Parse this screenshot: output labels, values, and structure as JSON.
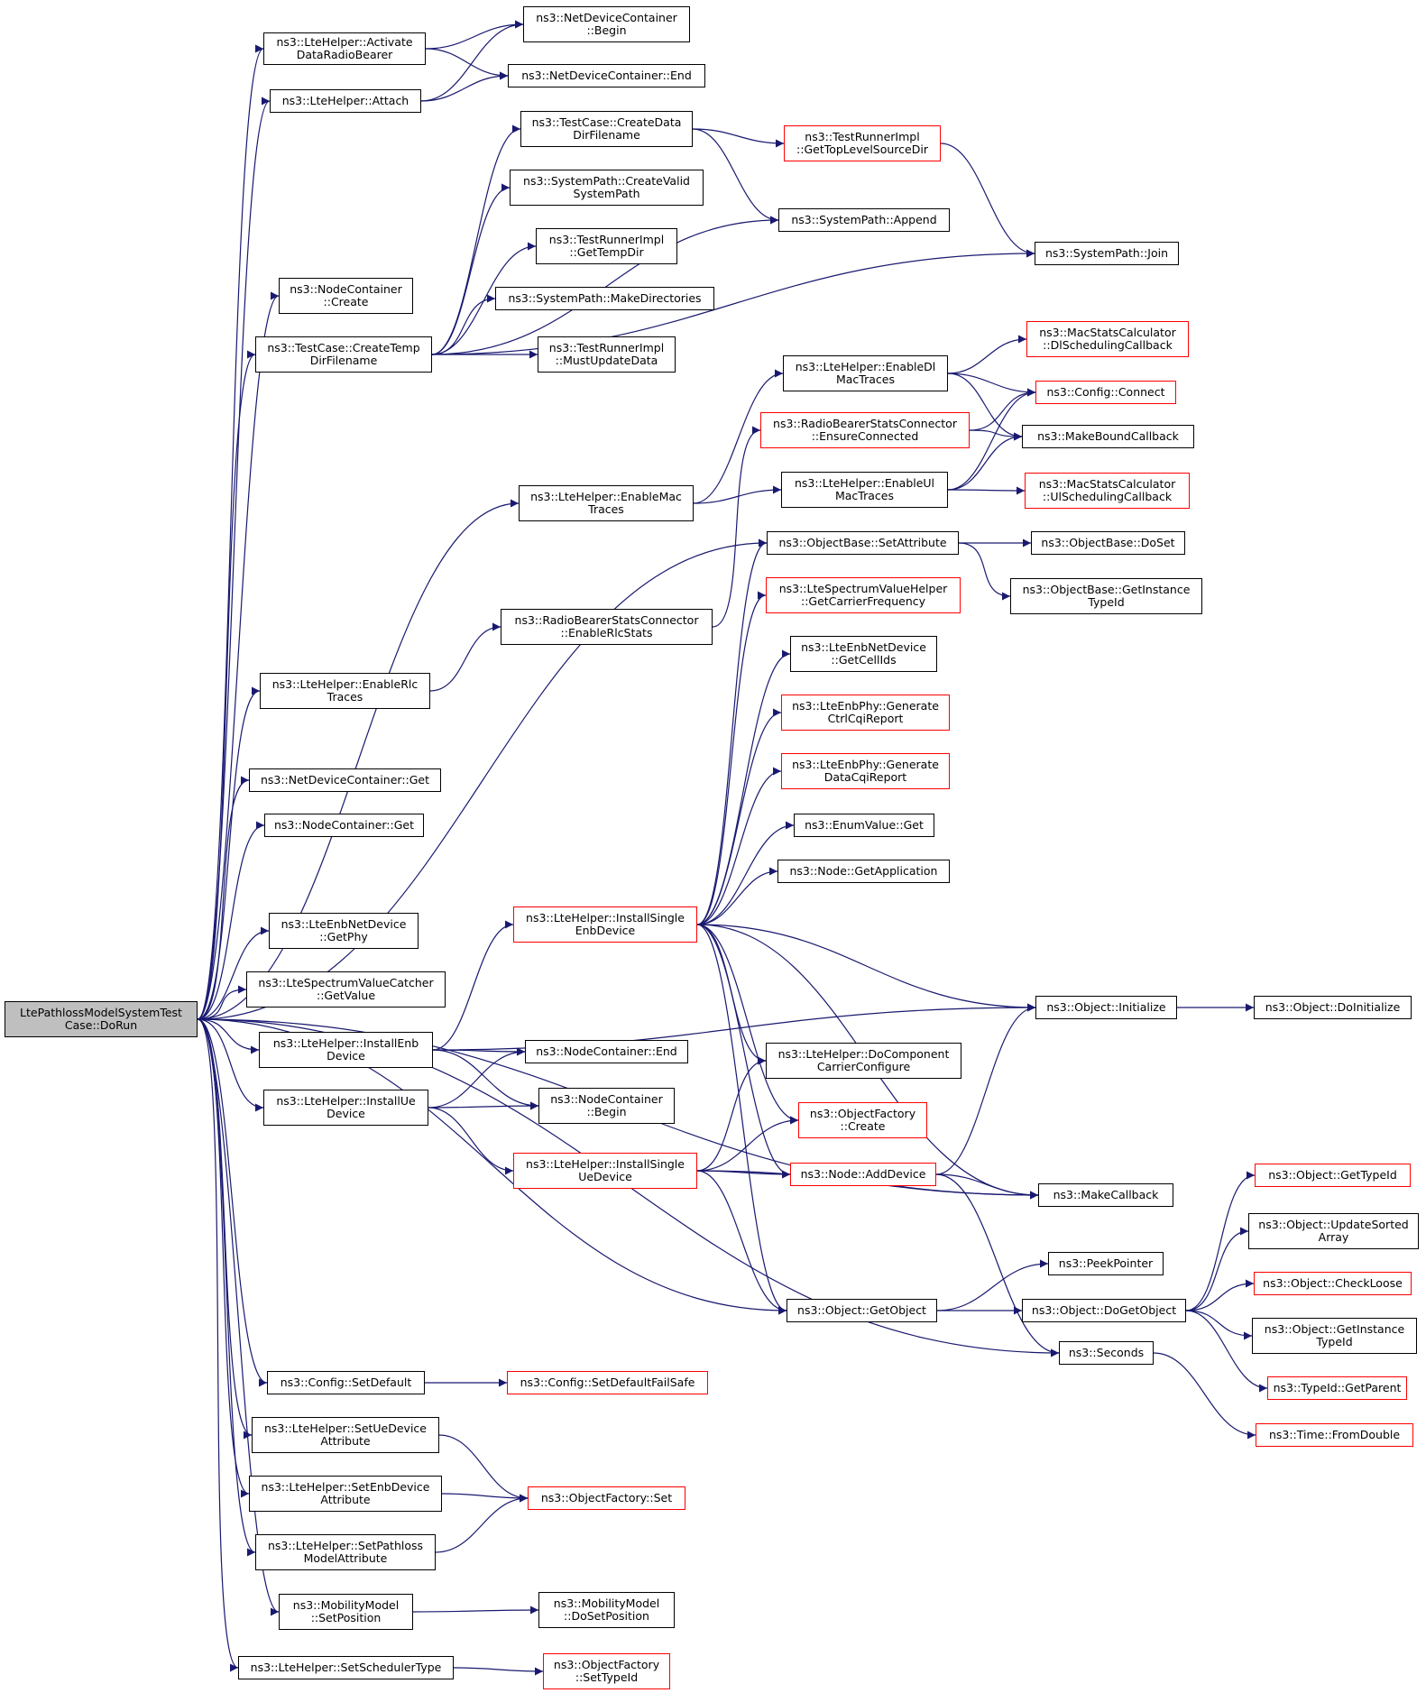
{
  "graph": {
    "edge_color": "#191970",
    "root_fill": "#bfbfbf",
    "unexpanded_border": "#ff0000",
    "nodes": {
      "root": "LtePathlossModelSystemTest\nCase::DoRun",
      "activate": "ns3::LteHelper::Activate\nDataRadioBearer",
      "ndcBegin": "ns3::NetDeviceContainer\n::Begin",
      "ndcEnd": "ns3::NetDeviceContainer::End",
      "attach": "ns3::LteHelper::Attach",
      "tcCreateData": "ns3::TestCase::CreateData\nDirFilename",
      "topLevel": "ns3::TestRunnerImpl\n::GetTopLevelSourceDir",
      "createValid": "ns3::SystemPath::CreateValid\nSystemPath",
      "append": "ns3::SystemPath::Append",
      "getTempDir": "ns3::TestRunnerImpl\n::GetTempDir",
      "join": "ns3::SystemPath::Join",
      "ncCreate": "ns3::NodeContainer\n::Create",
      "makeDirs": "ns3::SystemPath::MakeDirectories",
      "tcCreateTemp": "ns3::TestCase::CreateTemp\nDirFilename",
      "mustUpdate": "ns3::TestRunnerImpl\n::MustUpdateData",
      "dlSched": "ns3::MacStatsCalculator\n::DlSchedulingCallback",
      "enableDl": "ns3::LteHelper::EnableDl\nMacTraces",
      "cfgConnect": "ns3::Config::Connect",
      "rbEnsure": "ns3::RadioBearerStatsConnector\n::EnsureConnected",
      "makeBound": "ns3::MakeBoundCallback",
      "enableMac": "ns3::LteHelper::EnableMac\nTraces",
      "enableUl": "ns3::LteHelper::EnableUl\nMacTraces",
      "ulSched": "ns3::MacStatsCalculator\n::UlSchedulingCallback",
      "obSetAttr": "ns3::ObjectBase::SetAttribute",
      "obDoSet": "ns3::ObjectBase::DoSet",
      "obGetInst": "ns3::ObjectBase::GetInstance\nTypeId",
      "getCarrier": "ns3::LteSpectrumValueHelper\n::GetCarrierFrequency",
      "rbEnableRlc": "ns3::RadioBearerStatsConnector\n::EnableRlcStats",
      "getCellIds": "ns3::LteEnbNetDevice\n::GetCellIds",
      "enableRlc": "ns3::LteHelper::EnableRlc\nTraces",
      "genCtrl": "ns3::LteEnbPhy::Generate\nCtrlCqiReport",
      "genData": "ns3::LteEnbPhy::Generate\nDataCqiReport",
      "ndcGet": "ns3::NetDeviceContainer::Get",
      "enumGet": "ns3::EnumValue::Get",
      "ncGet": "ns3::NodeContainer::Get",
      "getApp": "ns3::Node::GetApplication",
      "installSingleEnb": "ns3::LteHelper::InstallSingle\nEnbDevice",
      "getPhy": "ns3::LteEnbNetDevice\n::GetPhy",
      "getValue": "ns3::LteSpectrumValueCatcher\n::GetValue",
      "objInit": "ns3::Object::Initialize",
      "objDoInit": "ns3::Object::DoInitialize",
      "installEnb": "ns3::LteHelper::InstallEnb\nDevice",
      "ncEnd": "ns3::NodeContainer::End",
      "doComponent": "ns3::LteHelper::DoComponent\nCarrierConfigure",
      "installUe": "ns3::LteHelper::InstallUe\nDevice",
      "ncBegin": "ns3::NodeContainer\n::Begin",
      "ofCreate": "ns3::ObjectFactory\n::Create",
      "installSingleUe": "ns3::LteHelper::InstallSingle\nUeDevice",
      "addDevice": "ns3::Node::AddDevice",
      "getTypeId": "ns3::Object::GetTypeId",
      "makeCallback": "ns3::MakeCallback",
      "updateSorted": "ns3::Object::UpdateSorted\nArray",
      "peekPointer": "ns3::PeekPointer",
      "checkLoose": "ns3::Object::CheckLoose",
      "getObject": "ns3::Object::GetObject",
      "doGetObject": "ns3::Object::DoGetObject",
      "objGetInst": "ns3::Object::GetInstance\nTypeId",
      "seconds": "ns3::Seconds",
      "getParent": "ns3::TypeId::GetParent",
      "setDefault": "ns3::Config::SetDefault",
      "setDefaultFS": "ns3::Config::SetDefaultFailSafe",
      "fromDouble": "ns3::Time::FromDouble",
      "setUeAttr": "ns3::LteHelper::SetUeDevice\nAttribute",
      "setEnbAttr": "ns3::LteHelper::SetEnbDevice\nAttribute",
      "ofSet": "ns3::ObjectFactory::Set",
      "setPathloss": "ns3::LteHelper::SetPathloss\nModelAttribute",
      "setPosition": "ns3::MobilityModel\n::SetPosition",
      "doSetPosition": "ns3::MobilityModel\n::DoSetPosition",
      "setScheduler": "ns3::LteHelper::SetSchedulerType",
      "ofSetTypeId": "ns3::ObjectFactory\n::SetTypeId"
    },
    "unexpanded": [
      "topLevel",
      "dlSched",
      "cfgConnect",
      "rbEnsure",
      "ulSched",
      "getCarrier",
      "genCtrl",
      "genData",
      "installSingleEnb",
      "ofCreate",
      "installSingleUe",
      "addDevice",
      "getTypeId",
      "checkLoose",
      "getParent",
      "setDefaultFS",
      "fromDouble",
      "ofSet",
      "ofSetTypeId"
    ],
    "edges": [
      [
        "root",
        "activate"
      ],
      [
        "root",
        "attach"
      ],
      [
        "root",
        "ncCreate"
      ],
      [
        "root",
        "tcCreateTemp"
      ],
      [
        "root",
        "enableMac"
      ],
      [
        "root",
        "enableRlc"
      ],
      [
        "root",
        "ndcGet"
      ],
      [
        "root",
        "ncGet"
      ],
      [
        "root",
        "obSetAttr"
      ],
      [
        "root",
        "getPhy"
      ],
      [
        "root",
        "getValue"
      ],
      [
        "root",
        "installEnb"
      ],
      [
        "root",
        "installUe"
      ],
      [
        "root",
        "makeCallback"
      ],
      [
        "root",
        "getObject"
      ],
      [
        "root",
        "seconds"
      ],
      [
        "root",
        "setDefault"
      ],
      [
        "root",
        "setUeAttr"
      ],
      [
        "root",
        "setEnbAttr"
      ],
      [
        "root",
        "setPathloss"
      ],
      [
        "root",
        "setPosition"
      ],
      [
        "root",
        "setScheduler"
      ],
      [
        "activate",
        "ndcBegin"
      ],
      [
        "activate",
        "ndcEnd"
      ],
      [
        "attach",
        "ndcBegin"
      ],
      [
        "attach",
        "ndcEnd"
      ],
      [
        "tcCreateData",
        "topLevel"
      ],
      [
        "tcCreateData",
        "append"
      ],
      [
        "topLevel",
        "join"
      ],
      [
        "tcCreateTemp",
        "tcCreateData"
      ],
      [
        "tcCreateTemp",
        "createValid"
      ],
      [
        "tcCreateTemp",
        "getTempDir"
      ],
      [
        "tcCreateTemp",
        "makeDirs"
      ],
      [
        "tcCreateTemp",
        "mustUpdate"
      ],
      [
        "tcCreateTemp",
        "append"
      ],
      [
        "tcCreateTemp",
        "join"
      ],
      [
        "enableMac",
        "enableDl"
      ],
      [
        "enableMac",
        "enableUl"
      ],
      [
        "enableDl",
        "dlSched"
      ],
      [
        "enableDl",
        "cfgConnect"
      ],
      [
        "enableDl",
        "makeBound"
      ],
      [
        "enableUl",
        "ulSched"
      ],
      [
        "enableUl",
        "cfgConnect"
      ],
      [
        "enableUl",
        "makeBound"
      ],
      [
        "rbEnsure",
        "cfgConnect"
      ],
      [
        "rbEnsure",
        "makeBound"
      ],
      [
        "enableRlc",
        "rbEnableRlc"
      ],
      [
        "rbEnableRlc",
        "rbEnsure"
      ],
      [
        "obSetAttr",
        "obDoSet"
      ],
      [
        "obSetAttr",
        "obGetInst"
      ],
      [
        "installSingleEnb",
        "obSetAttr"
      ],
      [
        "installSingleEnb",
        "getCarrier"
      ],
      [
        "installSingleEnb",
        "getCellIds"
      ],
      [
        "installSingleEnb",
        "genCtrl"
      ],
      [
        "installSingleEnb",
        "genData"
      ],
      [
        "installSingleEnb",
        "enumGet"
      ],
      [
        "installSingleEnb",
        "getApp"
      ],
      [
        "installSingleEnb",
        "objInit"
      ],
      [
        "installSingleEnb",
        "doComponent"
      ],
      [
        "installSingleEnb",
        "ofCreate"
      ],
      [
        "installSingleEnb",
        "addDevice"
      ],
      [
        "installSingleEnb",
        "makeCallback"
      ],
      [
        "installSingleEnb",
        "getObject"
      ],
      [
        "objInit",
        "objDoInit"
      ],
      [
        "installEnb",
        "installSingleEnb"
      ],
      [
        "installEnb",
        "objInit"
      ],
      [
        "installEnb",
        "ncEnd"
      ],
      [
        "installEnb",
        "ncBegin"
      ],
      [
        "installUe",
        "ncEnd"
      ],
      [
        "installUe",
        "ncBegin"
      ],
      [
        "installUe",
        "installSingleUe"
      ],
      [
        "installSingleUe",
        "doComponent"
      ],
      [
        "installSingleUe",
        "ofCreate"
      ],
      [
        "installSingleUe",
        "addDevice"
      ],
      [
        "installSingleUe",
        "makeCallback"
      ],
      [
        "installSingleUe",
        "getObject"
      ],
      [
        "addDevice",
        "objInit"
      ],
      [
        "addDevice",
        "makeCallback"
      ],
      [
        "addDevice",
        "seconds"
      ],
      [
        "getObject",
        "peekPointer"
      ],
      [
        "getObject",
        "doGetObject"
      ],
      [
        "doGetObject",
        "getTypeId"
      ],
      [
        "doGetObject",
        "updateSorted"
      ],
      [
        "doGetObject",
        "checkLoose"
      ],
      [
        "doGetObject",
        "objGetInst"
      ],
      [
        "doGetObject",
        "getParent"
      ],
      [
        "seconds",
        "fromDouble"
      ],
      [
        "setDefault",
        "setDefaultFS"
      ],
      [
        "setUeAttr",
        "ofSet"
      ],
      [
        "setEnbAttr",
        "ofSet"
      ],
      [
        "setPathloss",
        "ofSet"
      ],
      [
        "setPosition",
        "doSetPosition"
      ],
      [
        "setScheduler",
        "ofSetTypeId"
      ]
    ]
  }
}
